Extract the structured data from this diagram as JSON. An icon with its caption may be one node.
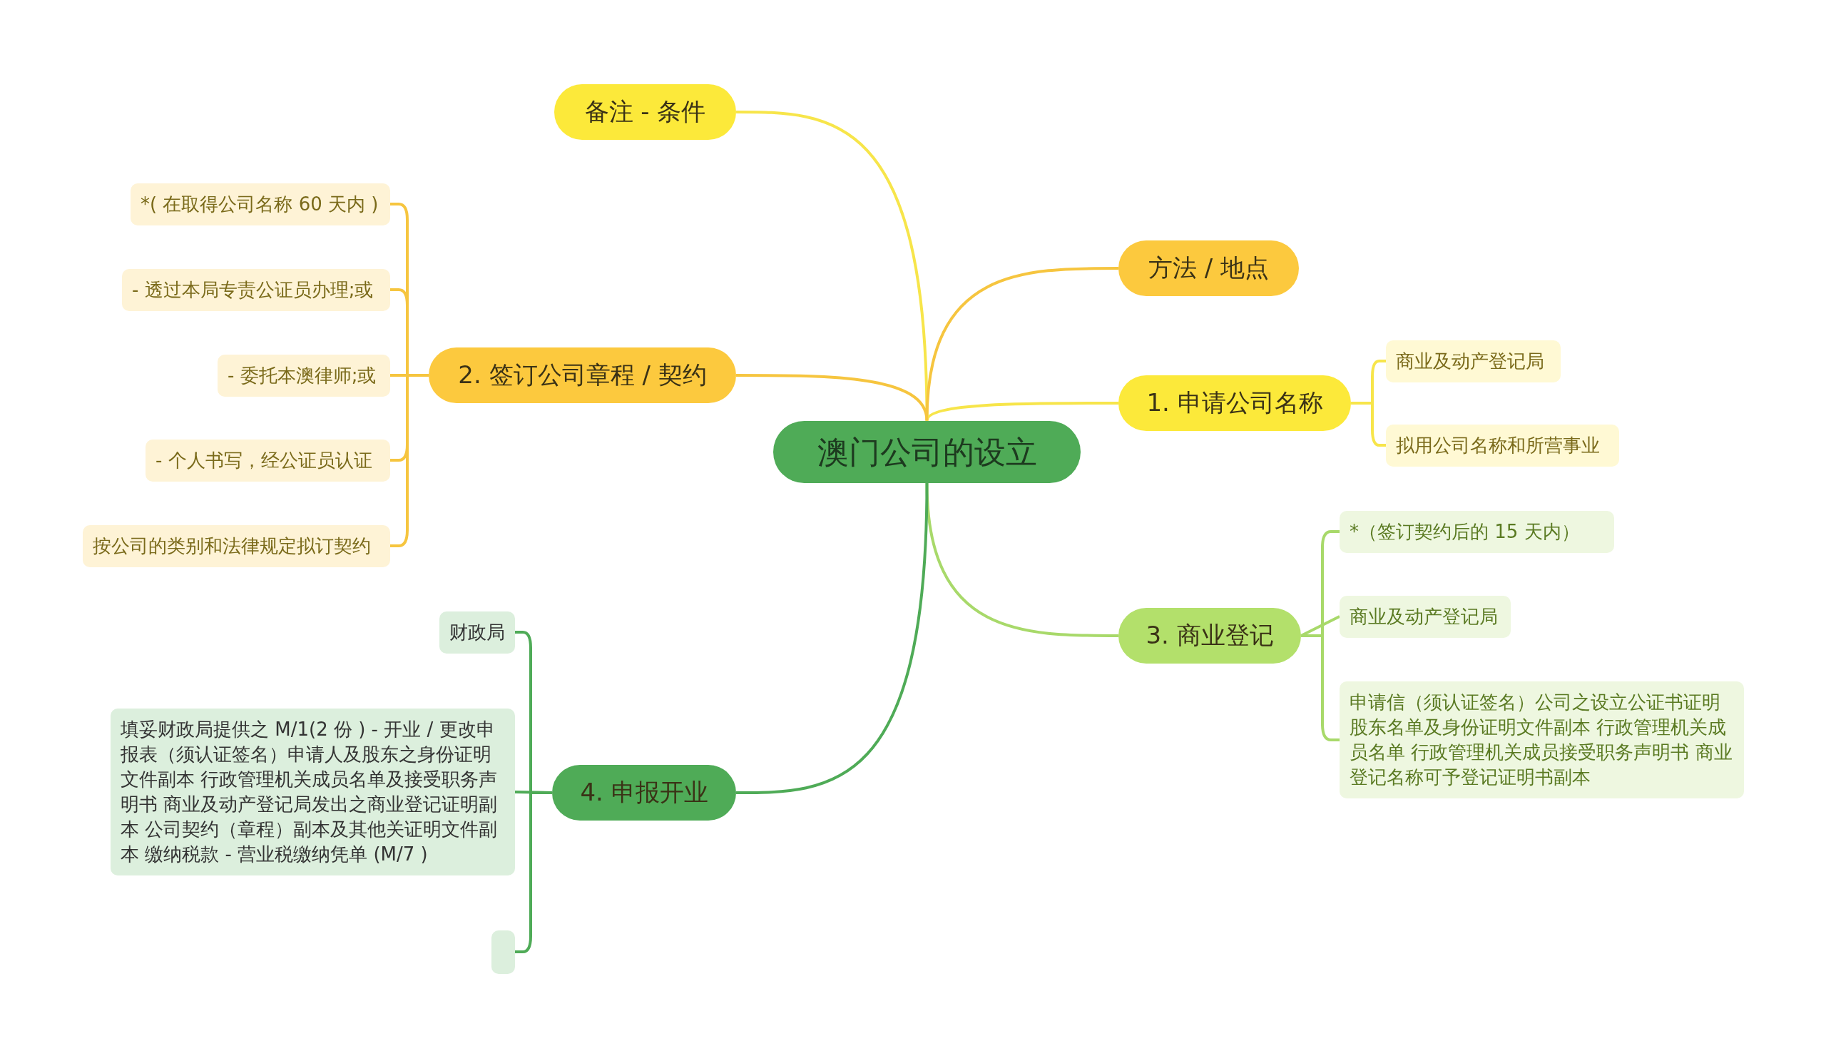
{
  "diagram": {
    "nodes": [
      {
        "text": [
          "澳门公司的设立"
        ]
      },
      {
        "text": [
          "备注 - 条件"
        ]
      },
      {
        "text": [
          "方法 / 地点"
        ]
      },
      {
        "text": [
          "1. 申请公司名称"
        ]
      },
      {
        "text": [
          "商业及动产登记局"
        ]
      },
      {
        "text": [
          "拟用公司名称和所营事业"
        ]
      },
      {
        "text": [
          "3. 商业登记"
        ]
      },
      {
        "text": [
          "*（签订契约后的 15 天内）"
        ]
      },
      {
        "text": [
          "商业及动产登记局"
        ]
      },
      {
        "text": [
          "申请信（须认证签名）公司之设立公证书证明股东名单及身份证明文件副本 行政管理机关成员名单 行政管理机关成员接受职务声明书 商业登记名称可予登记证明书副本"
        ]
      },
      {
        "text": [
          "2. 签订公司章程 / 契约"
        ]
      },
      {
        "text": [
          "*( 在取得公司名称 60 天内 )"
        ]
      },
      {
        "text": [
          "- 透过本局专责公证员办理;或"
        ]
      },
      {
        "text": [
          "- 委托本澳律师;或"
        ]
      },
      {
        "text": [
          "- 个人书写，经公证员认证"
        ]
      },
      {
        "text": [
          "按公司的类别和法律规定拟订契约"
        ]
      },
      {
        "text": [
          "4. 申报开业"
        ]
      },
      {
        "text": [
          "财政局"
        ]
      },
      {
        "text": [
          "填妥财政局提供之 M/1(2 份 ) - 开业 / 更改申报表（须认证签名）申请人及股东之身份证明文件副本 行政管理机关成员名单及接受职务声明书 商业及动产登记局发出之商业登记证明副本 公司契约（章程）副本及其他关证明文件副本 缴纳税款 - 营业税缴纳凭单 (M/7 )"
        ]
      },
      {
        "text": [],
        "shape": "box"
      }
    ],
    "edges": [
      {
        "from": 0,
        "to": 1,
        "arrow": "none",
        "color": "#f7e54a"
      },
      {
        "from": 0,
        "to": 2,
        "arrow": "none"
      },
      {
        "from": 0,
        "to": 3,
        "arrow": "none",
        "color": "#f7e54a"
      },
      {
        "from": 3,
        "to": 4,
        "arrow": "none",
        "color": "#f7e54a"
      },
      {
        "from": 3,
        "to": 5,
        "arrow": "none",
        "color": "#f7e54a"
      },
      {
        "from": 0,
        "to": 6,
        "arrow": "none",
        "color": "#a8d96a"
      },
      {
        "from": 6,
        "to": 7,
        "arrow": "none",
        "color": "#a8d96a"
      },
      {
        "from": 6,
        "to": 8,
        "arrow": "none",
        "color": "#a8d96a"
      },
      {
        "from": 6,
        "to": 9,
        "arrow": "none",
        "color": "#a8d96a"
      },
      {
        "from": 0,
        "to": 10,
        "arrow": "none"
      },
      {
        "from": 10,
        "to": 11,
        "arrow": "none"
      },
      {
        "from": 10,
        "to": 12,
        "arrow": "none"
      },
      {
        "from": 10,
        "to": 13,
        "arrow": "none"
      },
      {
        "from": 10,
        "to": 14,
        "arrow": "none"
      },
      {
        "from": 10,
        "to": 15,
        "arrow": "none"
      },
      {
        "from": 0,
        "to": 16,
        "arrow": "none",
        "color": "#4fab57"
      },
      {
        "from": 16,
        "to": 17,
        "arrow": "none",
        "color": "#4fab57"
      },
      {
        "from": 16,
        "to": 18,
        "arrow": "none",
        "color": "#4fab57"
      },
      {
        "from": 16,
        "to": 19,
        "arrow": "none",
        "color": "#4fab57"
      }
    ]
  }
}
